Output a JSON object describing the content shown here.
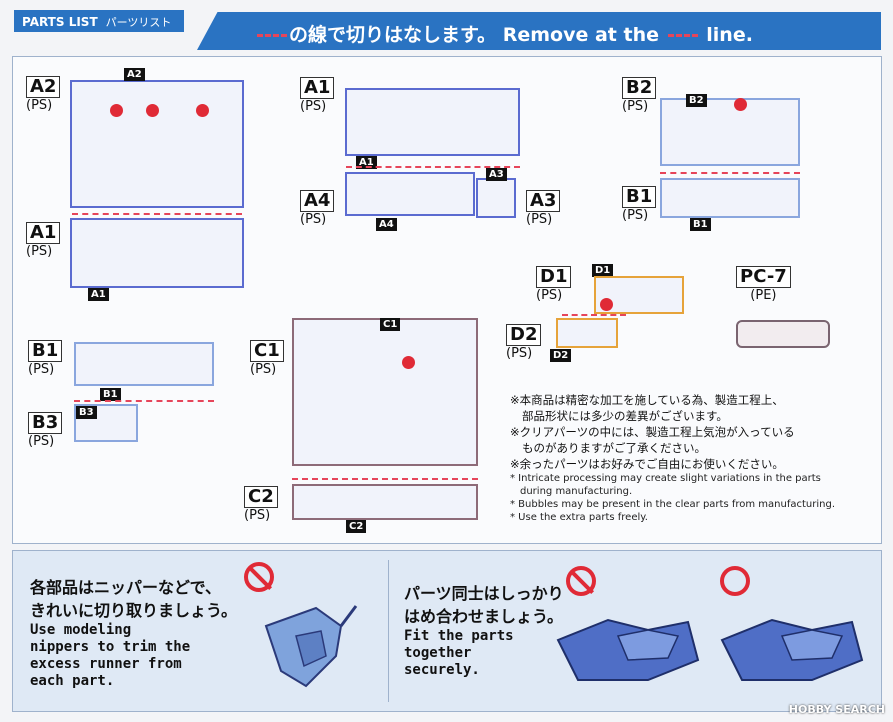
{
  "header": {
    "tab_en": "PARTS LIST",
    "tab_jp": "パーツリスト",
    "banner_jp_pre": "の線で切りはなします。",
    "banner_en_pre": "Remove at the",
    "banner_en_post": "line."
  },
  "runners": [
    {
      "id": "A2",
      "material": "(PS)"
    },
    {
      "id": "A1",
      "material": "(PS)"
    },
    {
      "id": "A1",
      "material": "(PS)"
    },
    {
      "id": "A4",
      "material": "(PS)"
    },
    {
      "id": "A3",
      "material": "(PS)"
    },
    {
      "id": "B2",
      "material": "(PS)"
    },
    {
      "id": "B1",
      "material": "(PS)"
    },
    {
      "id": "D1",
      "material": "(PS)"
    },
    {
      "id": "PC-7",
      "material": "(PE)"
    },
    {
      "id": "D2",
      "material": "(PS)"
    },
    {
      "id": "B1",
      "material": "(PS)"
    },
    {
      "id": "B3",
      "material": "(PS)"
    },
    {
      "id": "C1",
      "material": "(PS)"
    },
    {
      "id": "C2",
      "material": "(PS)"
    }
  ],
  "notes": {
    "jp": [
      "※本商品は精密な加工を施している為、製造工程上、",
      "部品形状には多少の差異がございます。",
      "※クリアパーツの中には、製造工程上気泡が入っている",
      "ものがありますがご了承ください。",
      "※余ったパーツはお好みでご自由にお使いください。"
    ],
    "en": [
      "* Intricate processing may create slight variations in the parts",
      "during manufacturing.",
      "* Bubbles may be present in the clear parts from manufacturing.",
      "* Use the extra parts freely."
    ]
  },
  "tips": {
    "left_jp_1": "各部品はニッパーなどで、",
    "left_jp_2": "きれいに切り取りましょう。",
    "left_en": [
      "Use modeling",
      "nippers to trim the",
      "excess runner from",
      "each part."
    ],
    "right_jp_1": "パーツ同士はしっかり",
    "right_jp_2": "はめ合わせましょう。",
    "right_en": [
      "Fit the parts",
      "together",
      "securely."
    ]
  },
  "watermark": "HOBBY SEARCH",
  "colors": {
    "accent": "#2a73c2",
    "cut_line": "#e6455a",
    "part_number": "#e02a36"
  }
}
